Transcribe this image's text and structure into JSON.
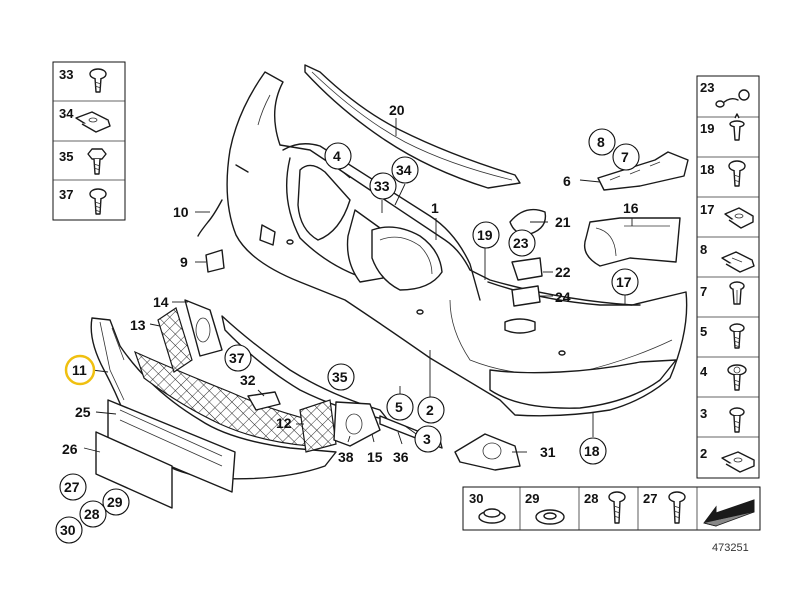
{
  "colors": {
    "line": "#1a1a1a",
    "highlight": "#f0c010",
    "background": "#ffffff"
  },
  "document_number": "473251",
  "highlighted_part": "11",
  "callouts": {
    "c1": "1",
    "c2": "2",
    "c3": "3",
    "c4": "4",
    "c5": "5",
    "c6": "6",
    "c7": "7",
    "c8": "8",
    "c9": "9",
    "c10": "10",
    "c11": "11",
    "c12": "12",
    "c13": "13",
    "c14": "14",
    "c15": "15",
    "c16": "16",
    "c17": "17",
    "c18": "18",
    "c19": "19",
    "c20": "20",
    "c21": "21",
    "c22": "22",
    "c23": "23",
    "c24": "24",
    "c25": "25",
    "c26": "26",
    "c27": "27",
    "c28": "28",
    "c29": "29",
    "c30": "30",
    "c31": "31",
    "c32": "32",
    "c33a": "33",
    "c34": "34",
    "c35": "35",
    "c36": "36",
    "c37": "37",
    "c38": "38"
  },
  "left_legend": [
    "33",
    "34",
    "35",
    "37"
  ],
  "right_legend": [
    "23",
    "19",
    "18",
    "17",
    "8",
    "7",
    "5",
    "4",
    "3",
    "2"
  ],
  "bottom_legend": [
    "30",
    "29",
    "28",
    "27"
  ],
  "icons": {
    "left_legend": [
      "screw-icon",
      "clip-nut-icon",
      "hex-bolt-icon",
      "screw-icon"
    ],
    "right_legend": [
      "cable-clip-icon",
      "expanding-rivet-icon",
      "screw-icon",
      "clip-nut-icon",
      "clip-nut-icon",
      "expanding-rivet-icon",
      "screw-icon",
      "screw-icon",
      "screw-icon",
      "clip-nut-icon"
    ],
    "bottom_legend": [
      "grommet-icon",
      "washer-icon",
      "screw-icon",
      "screw-icon"
    ],
    "corner": "arrow-icon"
  }
}
